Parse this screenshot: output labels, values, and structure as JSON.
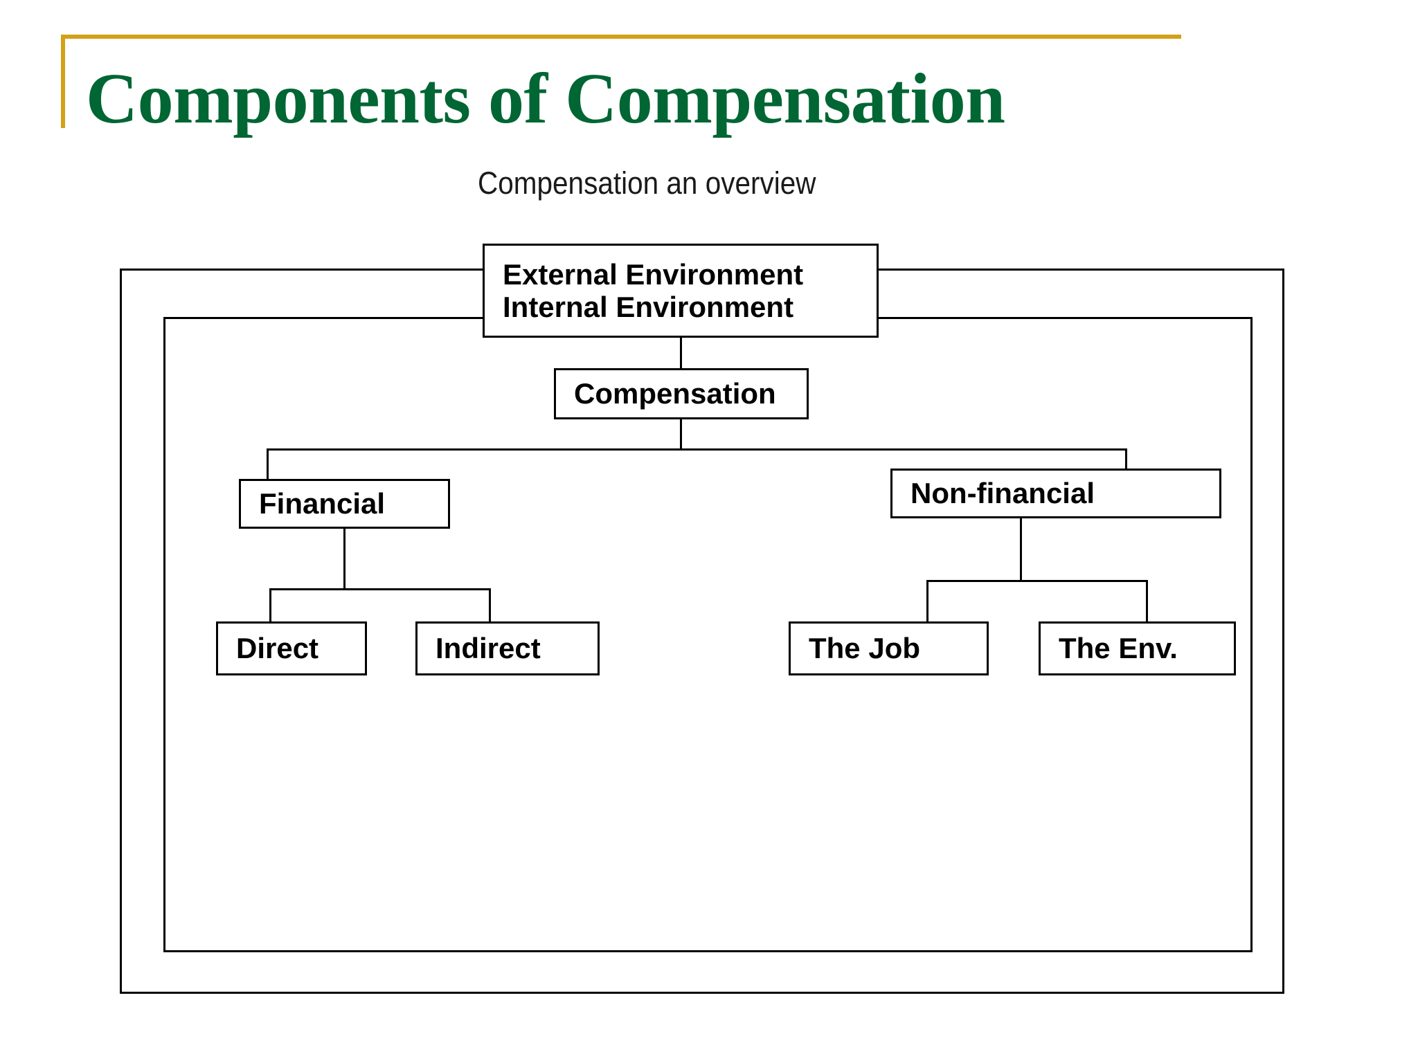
{
  "slide": {
    "title": "Components of Compensation",
    "title_color": "#006633",
    "accent_rule_color": "#D4A017"
  },
  "diagram": {
    "caption": "Compensation an overview",
    "line_color": "#000000",
    "box_fill": "#FFFFFF",
    "nodes": {
      "environment": "External Environment\nInternal Environment",
      "environment_line1": "External Environment",
      "environment_line2": "Internal Environment",
      "compensation": "Compensation",
      "financial": "Financial",
      "nonfinancial": "Non-financial",
      "direct": "Direct",
      "indirect": "Indirect",
      "the_job": "The Job",
      "the_env": "The Env."
    },
    "frames": {
      "outer_label": "External Environment boundary",
      "inner_label": "Internal Environment boundary"
    },
    "hierarchy": [
      {
        "parent": "Compensation",
        "children": [
          "Financial",
          "Non-financial"
        ]
      },
      {
        "parent": "Financial",
        "children": [
          "Direct",
          "Indirect"
        ]
      },
      {
        "parent": "Non-financial",
        "children": [
          "The Job",
          "The Env."
        ]
      }
    ]
  }
}
